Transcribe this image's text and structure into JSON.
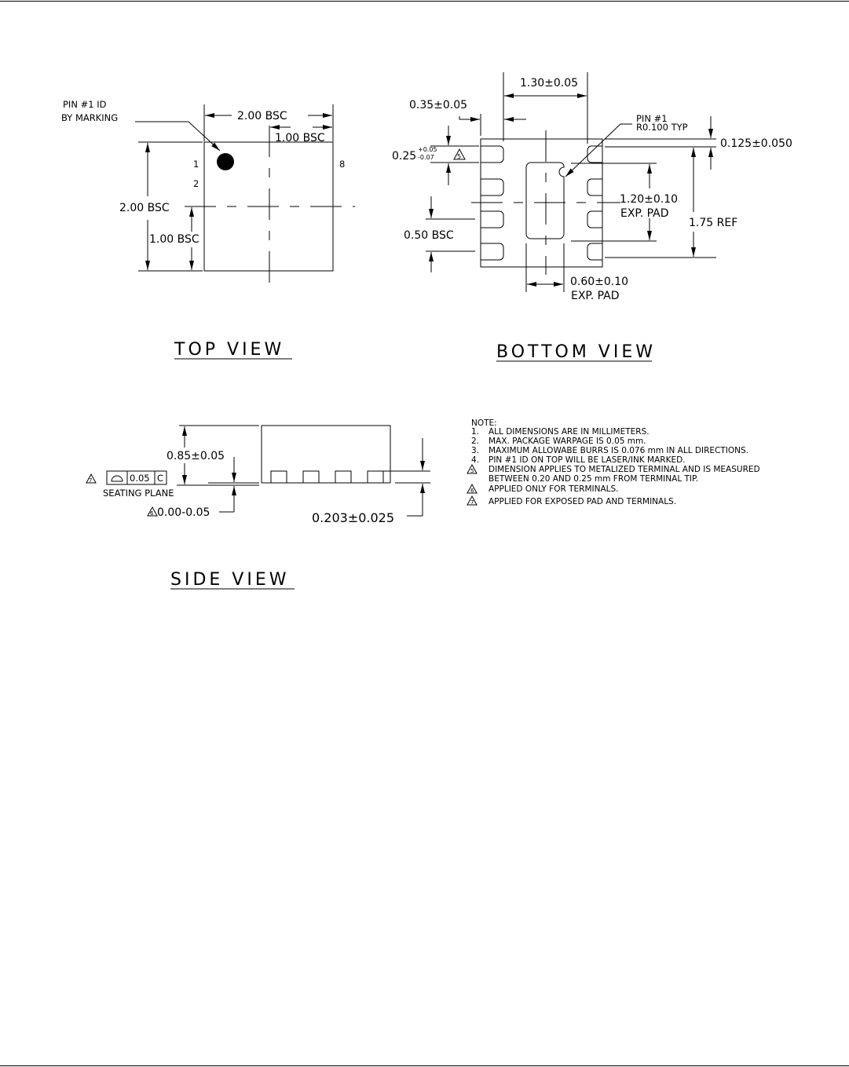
{
  "top_view": {
    "title": "TOP VIEW",
    "pin_id_label_1": "PIN #1 ID",
    "pin_id_label_2": "BY MARKING",
    "width_dim": "2.00  BSC",
    "half_width_dim": "1.00  BSC",
    "height_dim": "2.00  BSC",
    "half_height_dim": "1.00  BSC",
    "pin_1": "1",
    "pin_2": "2",
    "pin_8": "8"
  },
  "bottom_view": {
    "title": "BOTTOM VIEW",
    "span_dim": "1.30±0.05",
    "terminal_length_dim": "0.35±0.05",
    "terminal_width_dim": "0.25",
    "terminal_width_tol_plus": "+0.05",
    "terminal_width_tol_minus": "-0.07",
    "terminal_width_note": "5",
    "pitch_dim": "0.50  BSC",
    "pin1_label_1": "PIN  #1",
    "pin1_label_2": "R0.100  TYP",
    "edge_dim": "0.125±0.050",
    "pad_height_dim": "1.20±0.10",
    "pad_height_note": "EXP. PAD",
    "ref_dim": "1.75  REF",
    "pad_width_dim": "0.60±0.10",
    "pad_width_note": "EXP. PAD"
  },
  "side_view": {
    "title": "SIDE VIEW",
    "height_dim": "0.85±0.05",
    "flatness_note": "7",
    "flatness_value": "0.05",
    "flatness_datum": "C",
    "seating_plane": "SEATING PLANE",
    "standoff_note": "6",
    "standoff_dim": "0.00-0.05",
    "terminal_thickness_dim": "0.203±0.025"
  },
  "notes": {
    "heading": "NOTE:",
    "items": [
      {
        "marker": "1.",
        "text": "ALL DIMENSIONS ARE IN MILLIMETERS."
      },
      {
        "marker": "2.",
        "text": "MAX. PACKAGE WARPAGE IS 0.05 mm."
      },
      {
        "marker": "3.",
        "text": "MAXIMUM ALLOWABE BURRS IS 0.076 mm IN ALL DIRECTIONS."
      },
      {
        "marker": "4.",
        "text": "PIN #1 ID ON TOP WILL BE LASER/INK MARKED."
      },
      {
        "marker": "5",
        "text": "DIMENSION APPLIES TO METALIZED TERMINAL AND IS MEASURED"
      },
      {
        "marker": "",
        "text": "BETWEEN 0.20 AND 0.25 mm FROM TERMINAL TIP."
      },
      {
        "marker": "6",
        "text": "APPLIED ONLY FOR TERMINALS."
      },
      {
        "marker": "7",
        "text": "APPLIED FOR EXPOSED PAD AND TERMINALS."
      }
    ]
  }
}
